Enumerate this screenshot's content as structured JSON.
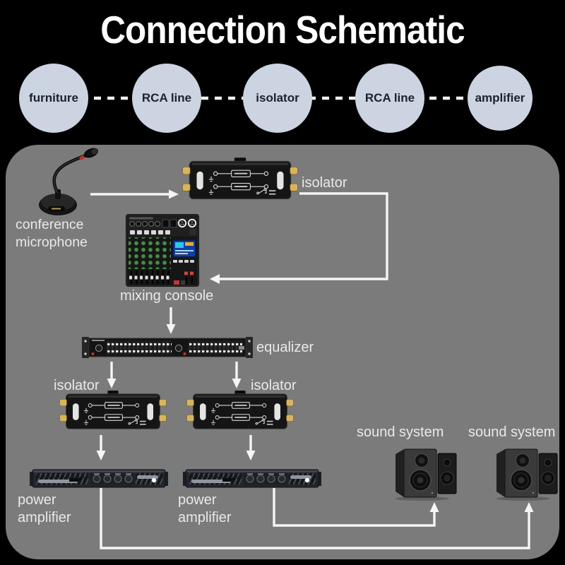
{
  "header": {
    "title": "Connection Schematic",
    "chain": [
      {
        "label": "furniture"
      },
      {
        "label": "RCA line"
      },
      {
        "label": "isolator"
      },
      {
        "label": "RCA line"
      },
      {
        "label": "amplifier"
      }
    ]
  },
  "diagram": {
    "labels": {
      "conference_microphone": "conference microphone",
      "isolator_top": "isolator",
      "mixing_console": "mixing console",
      "equalizer": "equalizer",
      "isolator_left": "isolator",
      "isolator_right": "isolator",
      "power_amplifier_left": "power amplifier",
      "power_amplifier_right": "power amplifier",
      "sound_system_left": "sound system",
      "sound_system_right": "sound system"
    },
    "images": [
      "conference-microphone",
      "audio-isolator",
      "mixing-console",
      "graphic-equalizer",
      "audio-isolator",
      "audio-isolator",
      "power-amplifier",
      "power-amplifier",
      "bookshelf-speakers",
      "bookshelf-speakers"
    ]
  },
  "colors": {
    "background": "#000000",
    "panel": "#7b7b7b",
    "node_fill": "#cbd4e0",
    "node_text": "#1c212b",
    "connector": "#f5f5f5",
    "label_text": "#e9e9e9",
    "title_text": "#ffffff",
    "rca_gold": "#d9b45e"
  }
}
